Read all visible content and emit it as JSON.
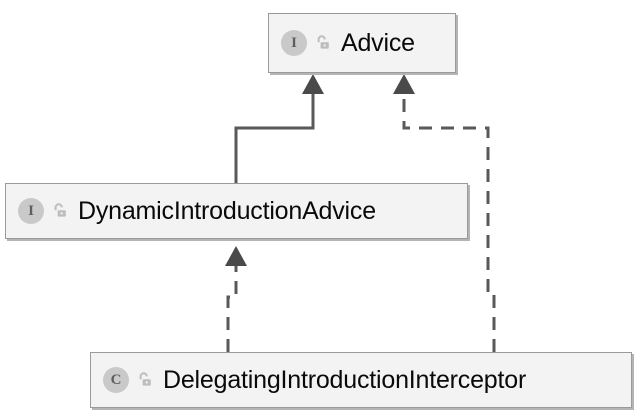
{
  "diagram": {
    "kind": "uml-class-hierarchy",
    "background_color": "#ffffff",
    "node_fill_color": "#f3f3f3",
    "node_border_color": "#9a9a9a",
    "node_shadow_color": "#b4b4b4",
    "edge_color": "#595959",
    "badge_fill_color": "#c9c9c9",
    "badge_text_color": "#5e5e5e",
    "label_text_color": "#0a0a0a",
    "nodes": [
      {
        "id": "advice",
        "label": "Advice",
        "stereotype": "I",
        "stereotype_name": "interface",
        "visibility_icon": "unlocked-padlock-icon",
        "visibility": "public"
      },
      {
        "id": "dynamicintroductionadvice",
        "label": "DynamicIntroductionAdvice",
        "stereotype": "I",
        "stereotype_name": "interface",
        "visibility_icon": "unlocked-padlock-icon",
        "visibility": "public"
      },
      {
        "id": "delegatingintroductioninterceptor",
        "label": "DelegatingIntroductionInterceptor",
        "stereotype": "C",
        "stereotype_name": "class",
        "visibility_icon": "unlocked-padlock-icon",
        "visibility": "public"
      }
    ],
    "edges": [
      {
        "id": "edge-dynamicintroductionadvice-to-advice",
        "from": "dynamicintroductionadvice",
        "to": "advice",
        "style": "solid",
        "arrow": "hollow-triangle-filled",
        "relation": "generalization"
      },
      {
        "id": "edge-delegatingintroductioninterceptor-to-advice",
        "from": "delegatingintroductioninterceptor",
        "to": "advice",
        "style": "dashed",
        "arrow": "triangle",
        "relation": "realization"
      },
      {
        "id": "edge-delegatingintroductioninterceptor-to-dynamicintroductionadvice",
        "from": "delegatingintroductioninterceptor",
        "to": "dynamicintroductionadvice",
        "style": "dashed",
        "arrow": "triangle",
        "relation": "realization"
      }
    ]
  }
}
